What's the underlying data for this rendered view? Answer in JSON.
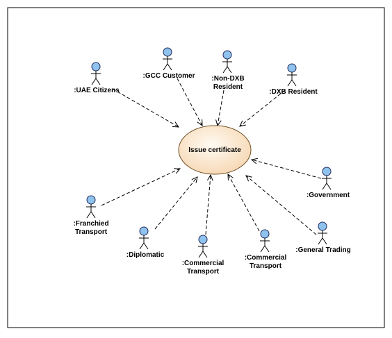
{
  "colors": {
    "frame_border": "#000000",
    "actor_head_fill": "#8fc3ee",
    "actor_head_stroke": "#1f2a5c",
    "actor_line": "#000000",
    "dependency_line": "#000000",
    "usecase_stroke": "#6b4a1e",
    "usecase_fill_center": "#fffaf2",
    "usecase_fill_edge": "#f6d7b2"
  },
  "use_case": {
    "label": "Issue certificate"
  },
  "actors": [
    {
      "id": "uae-citizens",
      "label_lines": [
        ":UAE Citizens"
      ]
    },
    {
      "id": "gcc-customer",
      "label_lines": [
        ":GCC Customer"
      ]
    },
    {
      "id": "non-dxb-resident",
      "label_lines": [
        ":Non-DXB",
        "Resident"
      ]
    },
    {
      "id": "dxb-resident",
      "label_lines": [
        ":DXB Resident"
      ]
    },
    {
      "id": "government",
      "label_lines": [
        ":Government"
      ]
    },
    {
      "id": "general-trading",
      "label_lines": [
        ":General Trading"
      ]
    },
    {
      "id": "commercial-transport-right",
      "label_lines": [
        ":Commercial",
        "Transport"
      ]
    },
    {
      "id": "commercial-transport-left",
      "label_lines": [
        ":Commercial",
        "Transport"
      ]
    },
    {
      "id": "diplomatic",
      "label_lines": [
        ":Diplomatic"
      ]
    },
    {
      "id": "franchied-transport",
      "label_lines": [
        ":Franchied",
        "Transport"
      ]
    }
  ],
  "relationship_style": "dashed-arrow-toward-use-case"
}
